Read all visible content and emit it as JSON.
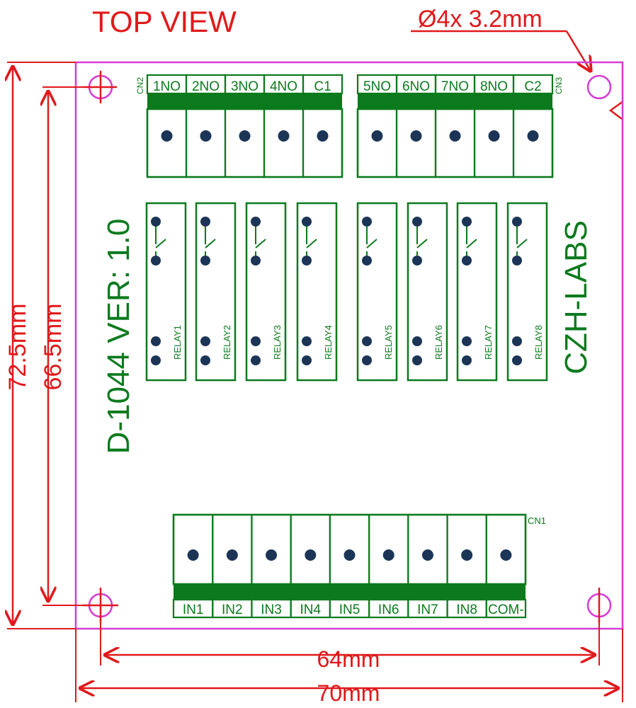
{
  "title": "TOP VIEW",
  "hole_note": "Ø4x  3.2mm",
  "dimensions": {
    "height_outer": "72.5mm",
    "height_inner": "66.5mm",
    "width_inner": "64mm",
    "width_outer": "70mm"
  },
  "board": {
    "model": "D-1044 VER: 1.0",
    "brand": "CZH-LABS",
    "cn1": {
      "label": "CN1",
      "pins": [
        "IN1",
        "IN2",
        "IN3",
        "IN4",
        "IN5",
        "IN6",
        "IN7",
        "IN8",
        "COM-"
      ]
    },
    "cn2": {
      "label": "CN2",
      "pins": [
        "1NO",
        "2NO",
        "3NO",
        "4NO",
        "C1"
      ]
    },
    "cn3": {
      "label": "CN3",
      "pins": [
        "5NO",
        "6NO",
        "7NO",
        "8NO",
        "C2"
      ]
    },
    "relays": [
      "RELAY1",
      "RELAY2",
      "RELAY3",
      "RELAY4",
      "RELAY5",
      "RELAY6",
      "RELAY7",
      "RELAY8"
    ]
  },
  "colors": {
    "dimension": "#e0191b",
    "board_outline": "#d63bd6",
    "silkscreen": "#0b7a1d",
    "pad": "#1c3556"
  }
}
